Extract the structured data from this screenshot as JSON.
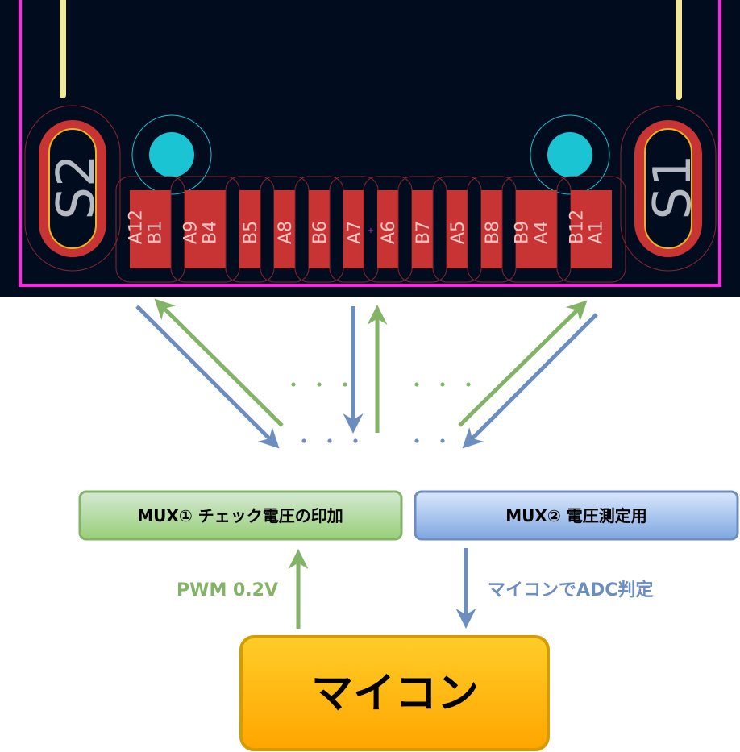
{
  "pcb": {
    "silk_left": "S2",
    "silk_right": "S1",
    "pads": [
      {
        "lines": [
          "A12",
          "B1"
        ],
        "wide": true
      },
      {
        "lines": [
          "A9",
          "B4"
        ],
        "wide": true
      },
      {
        "lines": [
          "B5"
        ]
      },
      {
        "lines": [
          "A8"
        ]
      },
      {
        "lines": [
          "B6"
        ]
      },
      {
        "lines": [
          "A7"
        ]
      },
      {
        "lines": [
          "A6"
        ]
      },
      {
        "lines": [
          "B7"
        ]
      },
      {
        "lines": [
          "A5"
        ]
      },
      {
        "lines": [
          "B8"
        ]
      },
      {
        "lines": [
          "B9",
          "A4"
        ],
        "wide": true
      },
      {
        "lines": [
          "B12",
          "A1"
        ],
        "wide": true
      }
    ],
    "colors": {
      "board": "#010c1e",
      "pad": "#c83434",
      "edge": "#ff26e2",
      "via": "#1ac4d2",
      "trace": "#f0e89a"
    }
  },
  "flow": {
    "dots": "・・・",
    "mux1_label": "MUX① チェック電圧の印加",
    "mux2_label": "MUX② 電圧測定用",
    "pwm_label": "PWM 0.2V",
    "adc_label": "マイコンでADC判定",
    "mcu_label": "マイコン",
    "colors": {
      "green": "#82b366",
      "blue": "#6c8ebf",
      "orange": "#ffa500"
    }
  }
}
